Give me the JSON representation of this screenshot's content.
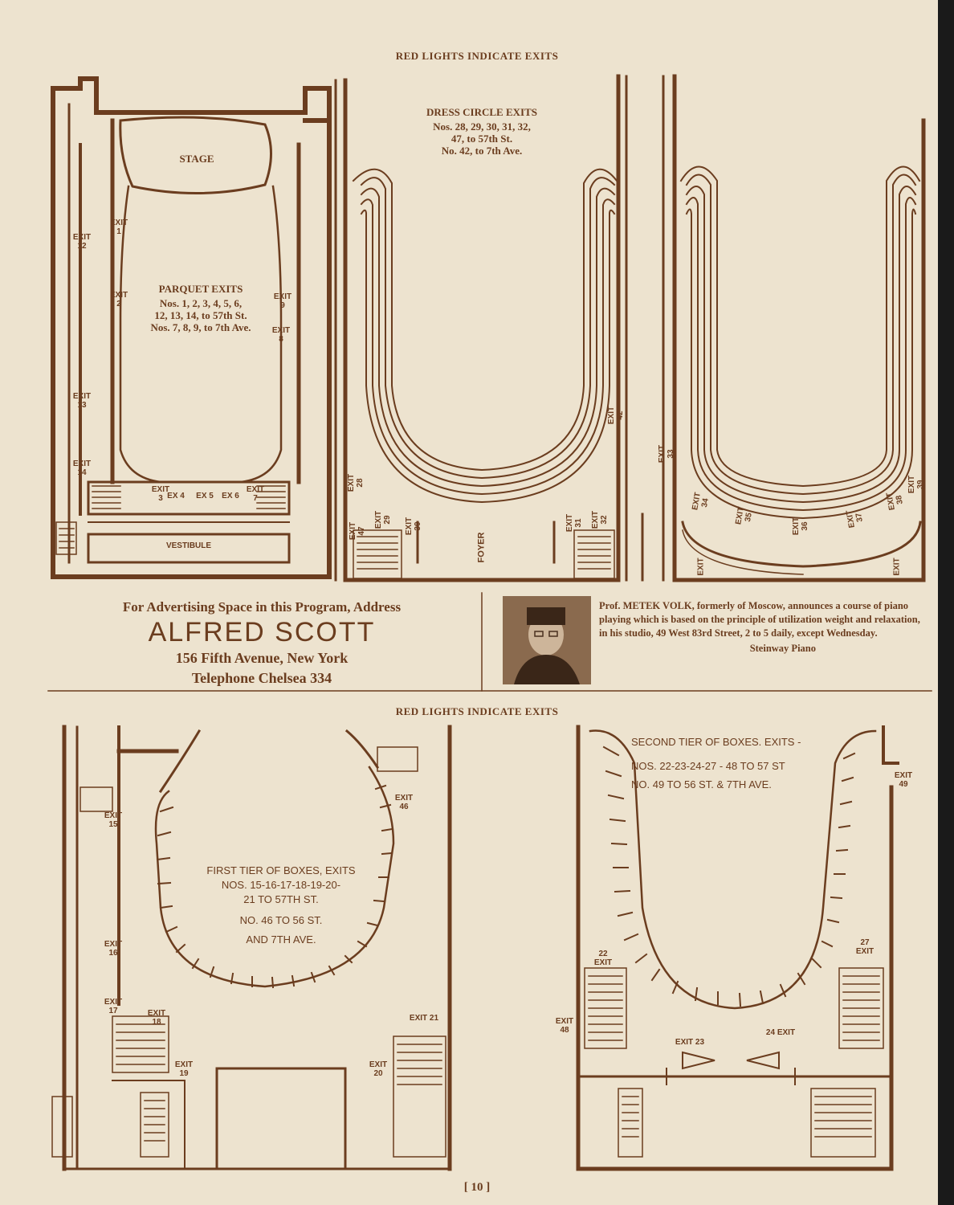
{
  "header_top": "RED LIGHTS INDICATE EXITS",
  "header_mid": "RED LIGHTS INDICATE EXITS",
  "parquet": {
    "stage": "STAGE",
    "vestibule": "VESTIBULE",
    "title": "PARQUET EXITS",
    "line1": "Nos. 1, 2, 3, 4, 5, 6,",
    "line2": "12, 13, 14, to 57th St.",
    "line3": "Nos. 7, 8, 9, to 7th Ave.",
    "exits": [
      "EXIT 1",
      "EXIT 2",
      "EXIT 12",
      "EXIT 13",
      "EXIT 14",
      "EXIT 9",
      "EXIT 8",
      "EXIT 3",
      "EX 4",
      "EX 5",
      "EX 6",
      "EXIT 7"
    ]
  },
  "dress_circle": {
    "title": "DRESS CIRCLE EXITS",
    "line1": "Nos. 28, 29, 30, 31, 32,",
    "line2": "47, to 57th St.",
    "line3": "No. 42, to 7th Ave.",
    "foyer": "FOYER",
    "exits": [
      "EXIT 28",
      "EXIT 29",
      "EXIT 30",
      "EXIT 31",
      "EXIT 32",
      "EXIT 47",
      "EXIT 42"
    ]
  },
  "balcony": {
    "exits": [
      "EXIT 33",
      "EXIT 34",
      "EXIT 35",
      "EXIT 36",
      "EXIT 37",
      "EXIT 38",
      "EXIT 39",
      "EXIT",
      "EXIT"
    ]
  },
  "ad_left": {
    "line1": "For Advertising Space in this Program, Address",
    "name": "ALFRED SCOTT",
    "address": "156 Fifth Avenue, New York",
    "phone": "Telephone Chelsea 334"
  },
  "ad_right": {
    "text": "Prof. METEK VOLK, formerly of Moscow, announces a course of piano playing which is based on the principle of utilization weight and relaxation, in his studio, 49 West 83rd Street, 2 to 5 daily, except Wednesday.",
    "signature": "Steinway Piano"
  },
  "first_tier": {
    "line1": "FIRST TIER OF BOXES, EXITS",
    "line2": "NOS. 15-16-17-18-19-20-",
    "line3": "21 TO 57TH ST.",
    "line4": "NO. 46 TO 56 ST.",
    "line5": "AND 7TH AVE.",
    "exits": [
      "EXIT 15",
      "EXIT 16",
      "EXIT 17",
      "EXIT 18",
      "EXIT 19",
      "EXIT 46",
      "EXIT 21",
      "EXIT 20"
    ]
  },
  "second_tier": {
    "line1": "SECOND TIER OF BOXES. EXITS -",
    "line2": "NOS. 22-23-24-27 - 48 TO 57 ST",
    "line3": "NO. 49 TO 56 ST. & 7TH AVE.",
    "exits": [
      "EXIT 49",
      "22 EXIT",
      "27 EXIT",
      "EXIT 48",
      "EXIT 23",
      "24 EXIT"
    ]
  },
  "page_number": "[ 10 ]"
}
